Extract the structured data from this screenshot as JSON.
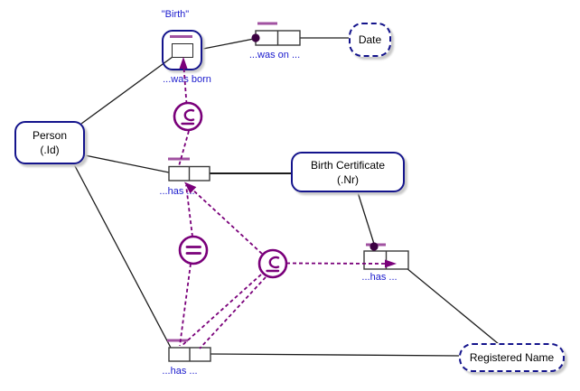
{
  "diagram_type": "ORM schema diagram",
  "colors": {
    "entity_border": "#14148c",
    "constraint_purple": "#7a007a",
    "label_blue": "#1a1acd",
    "uniqueness_bar": "#a152a1",
    "mandatory_dot": "#3c0142",
    "connector_black": "#1c1c1c"
  },
  "nodes": {
    "person": {
      "name": "Person",
      "ref_mode": "(.Id)"
    },
    "birth_certificate": {
      "name": "Birth Certificate",
      "ref_mode": "(.Nr)"
    },
    "date": {
      "name": "Date"
    },
    "registered_name": {
      "name": "Registered Name"
    },
    "birth": {
      "name": "\"Birth\""
    }
  },
  "role_labels": {
    "was_born": "...was born",
    "was_on": "...was on ...",
    "person_has_certificate": "...has ...",
    "certificate_has_name": "...has ...",
    "person_has_name": "...has ..."
  },
  "constraints": {
    "subset_top": {
      "type": "subset",
      "icon": "subset-icon"
    },
    "equality_left": {
      "type": "equality",
      "icon": "equals-icon"
    },
    "subset_middle": {
      "type": "subset",
      "icon": "subset-icon"
    }
  }
}
